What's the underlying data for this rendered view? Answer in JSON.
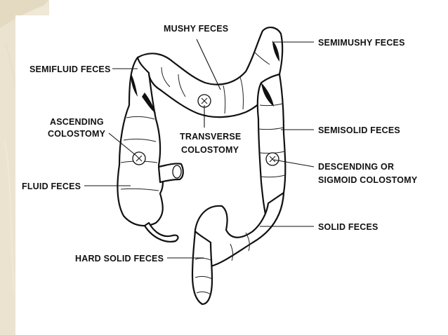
{
  "labels": {
    "mushy": "MUSHY FECES",
    "semimushy": "SEMIMUSHY FECES",
    "semifluid": "SEMIFLUID FECES",
    "ascending_1": "ASCENDING",
    "ascending_2": "COLOSTOMY",
    "semisolid": "SEMISOLID FECES",
    "transverse_1": "TRANSVERSE",
    "transverse_2": "COLOSTOMY",
    "descending_1": "DESCENDING OR",
    "descending_2": "SIGMOID COLOSTOMY",
    "fluid": "FLUID FECES",
    "solid": "SOLID FECES",
    "hard_solid": "HARD SOLID FECES"
  },
  "colors": {
    "background": "#ffffff",
    "slide_accent": "#ece4d0",
    "ink": "#111111"
  }
}
